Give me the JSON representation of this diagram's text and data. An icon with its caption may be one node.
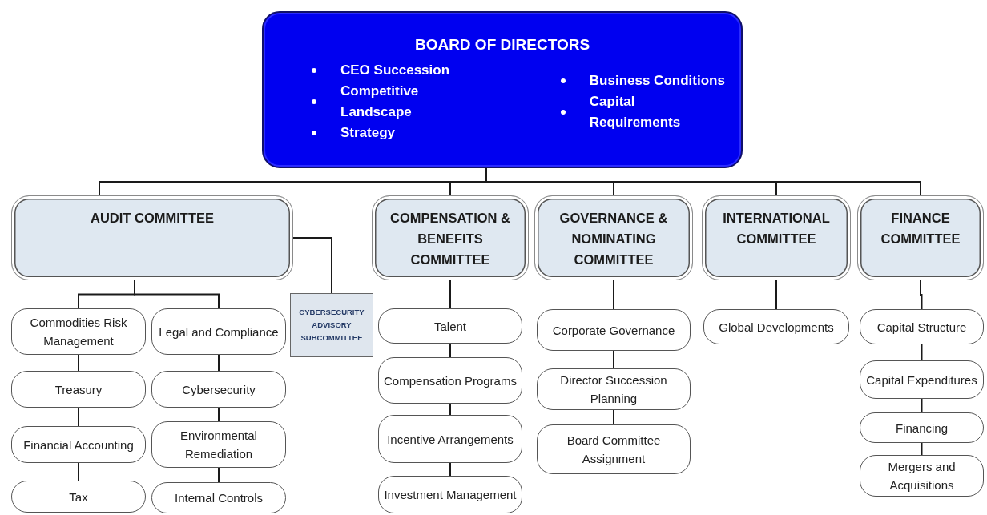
{
  "diagram": {
    "nodes": [
      {
        "text": [
          "BOARD OF DIRECTORS",
          "CEO Succession",
          "Competitive Landscape",
          "Strategy",
          "Business Conditions",
          "Capital Requirements"
        ]
      },
      {
        "text": [
          "AUDIT COMMITTEE"
        ]
      },
      {
        "text": [
          "CYBERSECURITY ADVISORY SUBCOMMITTEE"
        ]
      },
      {
        "text": [
          "Commodities Risk Management"
        ]
      },
      {
        "text": [
          "Treasury"
        ]
      },
      {
        "text": [
          "Financial Accounting"
        ]
      },
      {
        "text": [
          "Tax"
        ]
      },
      {
        "text": [
          "Legal and Compliance"
        ]
      },
      {
        "text": [
          "Cybersecurity"
        ]
      },
      {
        "text": [
          "Environmental Remediation"
        ]
      },
      {
        "text": [
          "Internal Controls"
        ]
      },
      {
        "text": [
          "COMPENSATION & BENEFITS COMMITTEE"
        ]
      },
      {
        "text": [
          "Talent"
        ]
      },
      {
        "text": [
          "Compensation Programs"
        ]
      },
      {
        "text": [
          "Incentive Arrangements"
        ]
      },
      {
        "text": [
          "Investment Management"
        ]
      },
      {
        "text": [
          "GOVERNANCE & NOMINATING COMMITTEE"
        ]
      },
      {
        "text": [
          "Corporate Governance"
        ]
      },
      {
        "text": [
          "Director Succession Planning"
        ]
      },
      {
        "text": [
          "Board Committee Assignment"
        ]
      },
      {
        "text": [
          "INTERNATIONAL COMMITTEE"
        ]
      },
      {
        "text": [
          "Global Developments"
        ]
      },
      {
        "text": [
          "FINANCE COMMITTEE"
        ]
      },
      {
        "text": [
          "Capital Structure"
        ]
      },
      {
        "text": [
          "Capital Expenditures"
        ]
      },
      {
        "text": [
          "Financing"
        ]
      },
      {
        "text": [
          "Mergers and Acquisitions"
        ]
      }
    ],
    "edges": [
      {
        "from": 0,
        "to": 1,
        "arrow": "none"
      },
      {
        "from": 0,
        "to": 11,
        "arrow": "none"
      },
      {
        "from": 0,
        "to": 16,
        "arrow": "none"
      },
      {
        "from": 0,
        "to": 20,
        "arrow": "none"
      },
      {
        "from": 0,
        "to": 22,
        "arrow": "none"
      },
      {
        "from": 1,
        "to": 2,
        "arrow": "none"
      },
      {
        "from": 1,
        "to": 3,
        "arrow": "none"
      },
      {
        "from": 1,
        "to": 7,
        "arrow": "none"
      },
      {
        "from": 3,
        "to": 4,
        "arrow": "none"
      },
      {
        "from": 4,
        "to": 5,
        "arrow": "none"
      },
      {
        "from": 5,
        "to": 6,
        "arrow": "none"
      },
      {
        "from": 7,
        "to": 8,
        "arrow": "none"
      },
      {
        "from": 8,
        "to": 9,
        "arrow": "none"
      },
      {
        "from": 9,
        "to": 10,
        "arrow": "none"
      },
      {
        "from": 11,
        "to": 12,
        "arrow": "none"
      },
      {
        "from": 12,
        "to": 13,
        "arrow": "none"
      },
      {
        "from": 13,
        "to": 14,
        "arrow": "none"
      },
      {
        "from": 14,
        "to": 15,
        "arrow": "none"
      },
      {
        "from": 16,
        "to": 17,
        "arrow": "none"
      },
      {
        "from": 17,
        "to": 18,
        "arrow": "none"
      },
      {
        "from": 18,
        "to": 19,
        "arrow": "none"
      },
      {
        "from": 20,
        "to": 21,
        "arrow": "none"
      },
      {
        "from": 22,
        "to": 23,
        "arrow": "none"
      },
      {
        "from": 23,
        "to": 24,
        "arrow": "none"
      },
      {
        "from": 24,
        "to": 25,
        "arrow": "none"
      },
      {
        "from": 25,
        "to": 26,
        "arrow": "none"
      }
    ]
  }
}
